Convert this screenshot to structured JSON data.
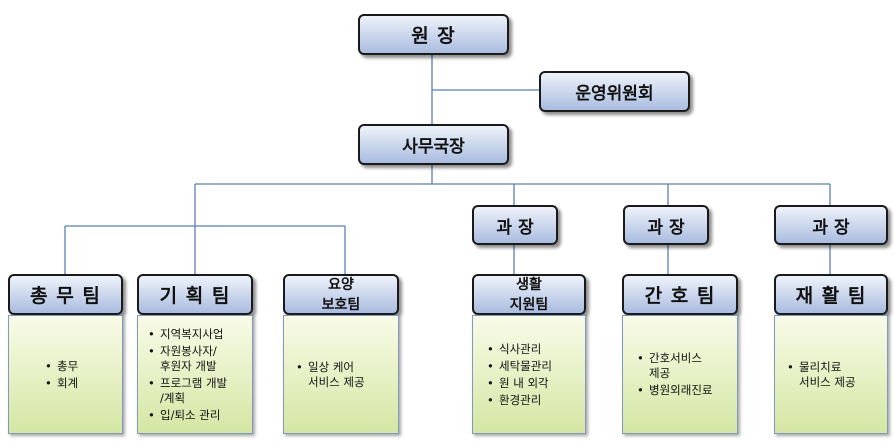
{
  "director": "원 장",
  "committee": "운영위원회",
  "secretary_general": "사무국장",
  "managers": [
    "과 장",
    "과 장",
    "과 장"
  ],
  "teams": [
    {
      "name": "총 무 팀",
      "tasks": [
        "총무",
        "회계"
      ]
    },
    {
      "name": "기 획 팀",
      "tasks": [
        "지역복지사업",
        "자원봉사자/",
        "후원자 개발",
        "프로그램 개발",
        "/계획",
        "입/퇴소 관리"
      ]
    },
    {
      "name_line1": "요양",
      "name_line2": "보호팀",
      "tasks": [
        "일상 케어",
        "서비스 제공"
      ]
    },
    {
      "name_line1": "생활",
      "name_line2": "지원팀",
      "tasks": [
        "식사관리",
        "세탁물관리",
        "원 내 외각",
        "환경관리"
      ]
    },
    {
      "name": "간 호 팀",
      "tasks": [
        "간호서비스",
        "제공",
        "병원외래진료"
      ]
    },
    {
      "name": "재 활 팀",
      "tasks": [
        "물리치료",
        "서비스 제공"
      ]
    }
  ]
}
